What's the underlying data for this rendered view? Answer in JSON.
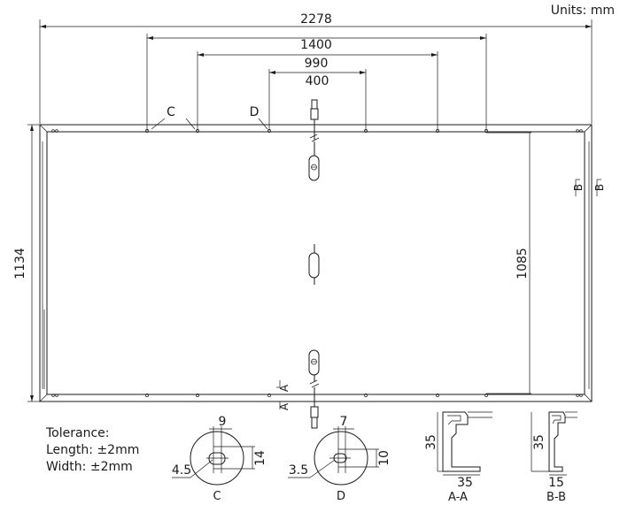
{
  "units": "Units: mm",
  "dimensions": {
    "total_length": "2278",
    "outer_holes": "1400",
    "middle_holes": "990",
    "inner_holes": "400",
    "width": "1134",
    "inner_height": "1085"
  },
  "callouts": {
    "c": "C",
    "d": "D",
    "a": "A",
    "b": "B"
  },
  "tolerance": {
    "title": "Tolerance:",
    "length": "Length: ±2mm",
    "width": "Width: ±2mm"
  },
  "detail_c": {
    "label": "C",
    "top": "9",
    "side": "14",
    "dia": "4.5"
  },
  "detail_d": {
    "label": "D",
    "top": "7",
    "side": "10",
    "dia": "3.5"
  },
  "section_aa": {
    "label": "A-A",
    "height": "35",
    "width": "35"
  },
  "section_bb": {
    "label": "B-B",
    "height": "35",
    "width": "15"
  }
}
